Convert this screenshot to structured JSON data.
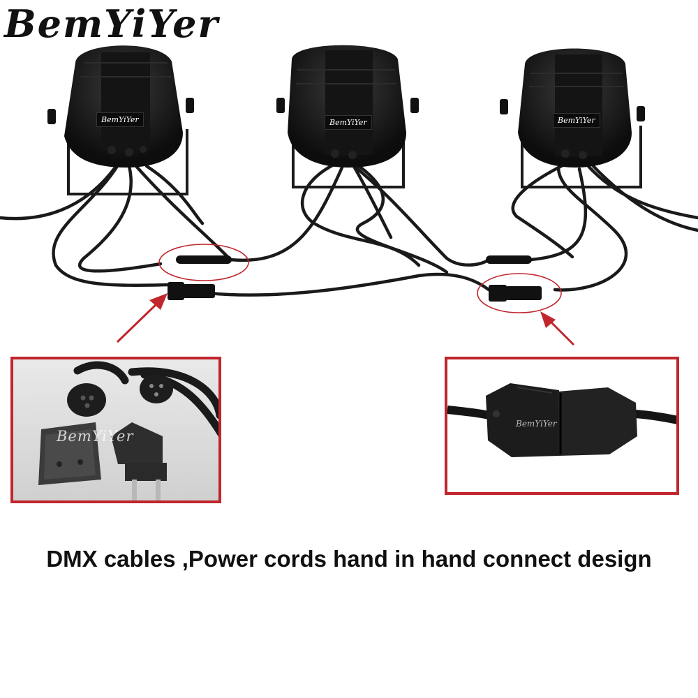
{
  "brand": {
    "logo_text": "BemYiYer"
  },
  "fixtures": [
    {
      "label": "BemYiYer"
    },
    {
      "label": "BemYiYer"
    },
    {
      "label": "BemYiYer"
    }
  ],
  "insets": {
    "left": {
      "watermark": "BemYiYer",
      "subject": "dmx-and-power-plug-connectors"
    },
    "right": {
      "watermark": "BemYiYer",
      "subject": "joined-waterproof-connector"
    }
  },
  "caption": "DMX cables ,Power cords hand in hand connect design",
  "colors": {
    "highlight": "#c0262c",
    "fixture_body": "#111111",
    "cable": "#1a1a1a",
    "text": "#111111"
  }
}
